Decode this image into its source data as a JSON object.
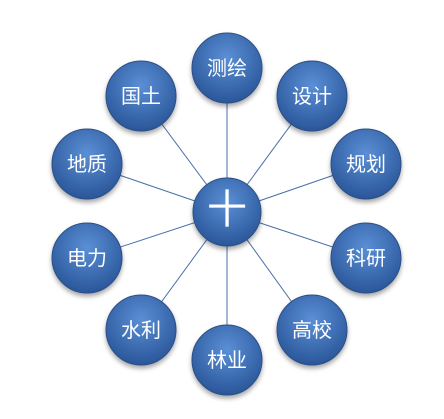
{
  "center": {
    "label": "十"
  },
  "nodes": [
    {
      "id": "cehui",
      "label": "测绘"
    },
    {
      "id": "sheji",
      "label": "设计"
    },
    {
      "id": "guihua",
      "label": "规划"
    },
    {
      "id": "keyan",
      "label": "科研"
    },
    {
      "id": "gaoxiao",
      "label": "高校"
    },
    {
      "id": "linye",
      "label": "林业"
    },
    {
      "id": "shuili",
      "label": "水利"
    },
    {
      "id": "dianli",
      "label": "电力"
    },
    {
      "id": "dizhi",
      "label": "地质"
    },
    {
      "id": "guotu",
      "label": "国土"
    }
  ],
  "colors": {
    "node_fill_top": "#5b8fd6",
    "node_fill_bottom": "#2a5699",
    "node_stroke": "#2c4f86",
    "line": "#4a6fa5"
  }
}
